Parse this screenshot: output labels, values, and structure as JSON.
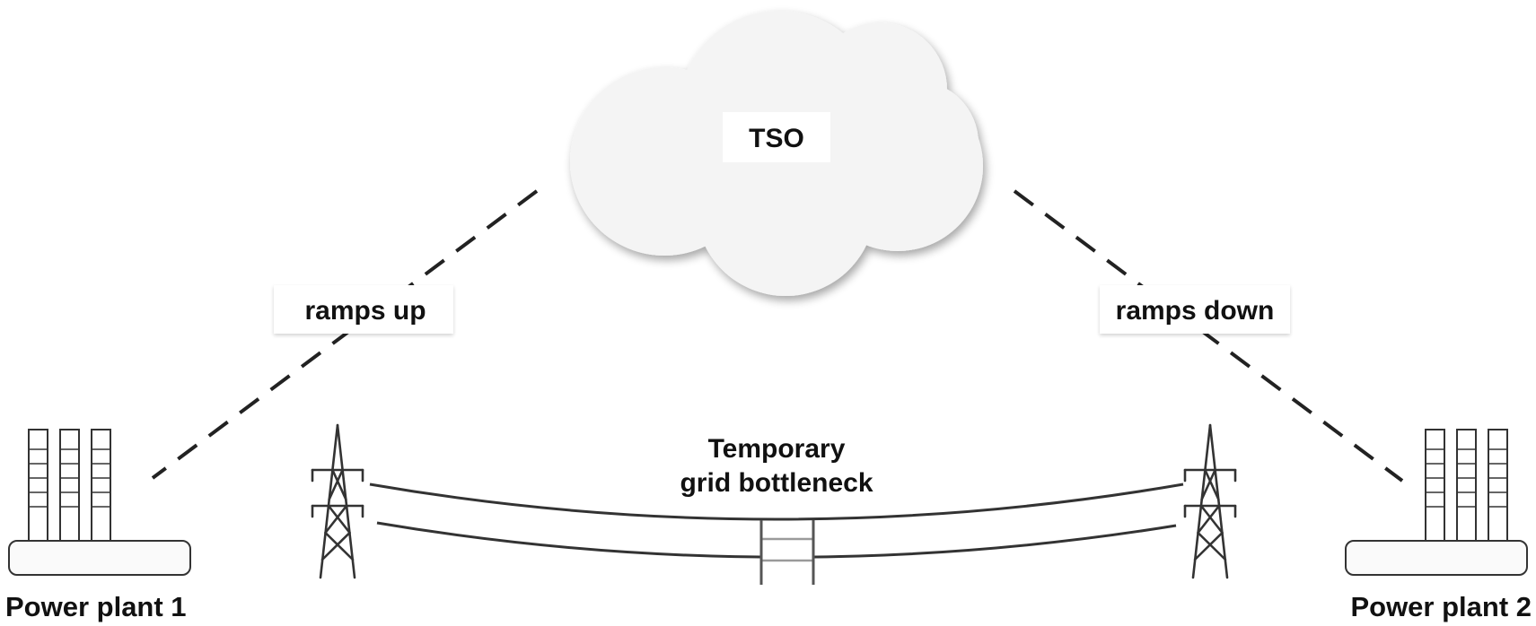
{
  "labels": {
    "cloud": "TSO",
    "left_link": "ramps up",
    "right_link": "ramps down",
    "bottleneck_line1": "Temporary",
    "bottleneck_line2": "grid bottleneck",
    "plant_left": "Power plant 1",
    "plant_right": "Power plant 2"
  },
  "icons": {
    "cloud": "cloud-icon",
    "plant": "power-plant-icon",
    "tower": "transmission-tower-icon"
  },
  "colors": {
    "background": "#ffffff",
    "cloud_fill": "#f4f4f4",
    "stroke": "#333333",
    "text": "#111111"
  }
}
